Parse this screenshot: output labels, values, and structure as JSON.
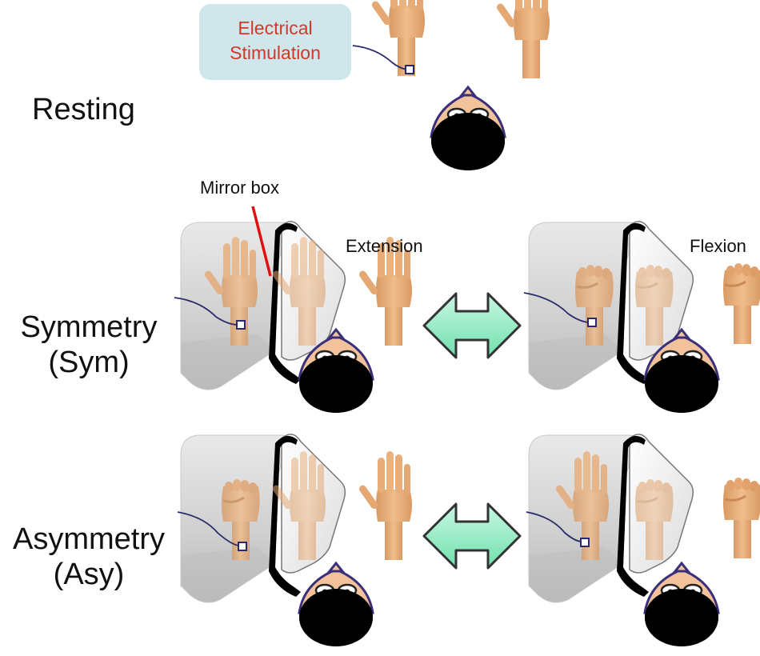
{
  "stimulation_label_line1": "Electrical",
  "stimulation_label_line2": "Stimulation",
  "resting_label": "Resting",
  "mirror_box_label": "Mirror box",
  "extension_label": "Extension",
  "flexion_label": "Flexion",
  "symmetry_label_line1": "Symmetry",
  "symmetry_label_line2": "(Sym)",
  "asymmetry_label_line1": "Asymmetry",
  "asymmetry_label_line2": "(Asy)",
  "colors": {
    "stimulation_text": "#d2382a",
    "stimulation_box": "#cfe6ea",
    "arrow_fill": "#8ff0c4",
    "mirror_pointer": "#e01010",
    "skin": "#e8b07a",
    "head_skin": "#f2c39a"
  },
  "icons": [
    "open-hand-icon",
    "fist-hand-icon",
    "head-icon",
    "mirror-box-icon",
    "double-arrow-icon",
    "electrode-icon"
  ]
}
